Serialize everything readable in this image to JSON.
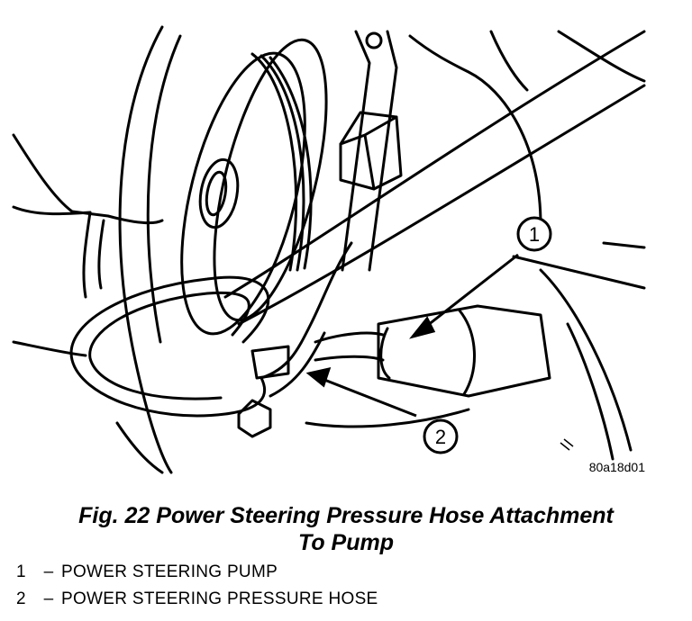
{
  "figure": {
    "callouts": [
      {
        "number": "1"
      },
      {
        "number": "2"
      }
    ],
    "image_code": "80a18d01"
  },
  "caption": {
    "line1": "Fig. 22 Power Steering Pressure Hose Attachment",
    "line2": "To Pump"
  },
  "legend": [
    {
      "number": "1",
      "dash": "–",
      "label": "POWER STEERING PUMP"
    },
    {
      "number": "2",
      "dash": "–",
      "label": "POWER STEERING PRESSURE HOSE"
    }
  ]
}
